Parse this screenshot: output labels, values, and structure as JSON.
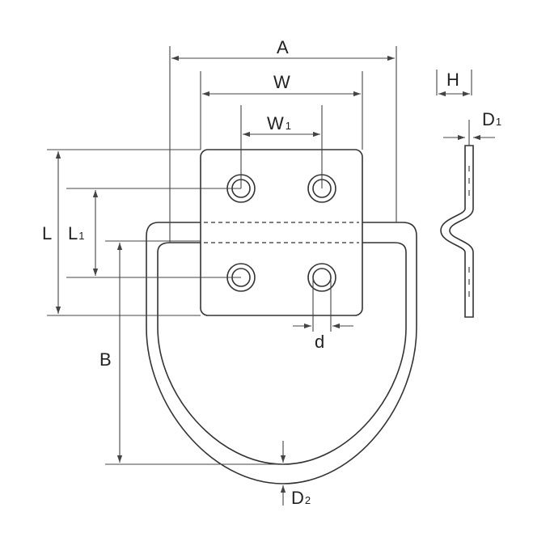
{
  "diagram": {
    "labels": {
      "A": "A",
      "W": "W",
      "W1": "W",
      "W1_sub": "1",
      "H": "H",
      "D1": "D",
      "D1_sub": "1",
      "L": "L",
      "L1": "L",
      "L1_sub": "1",
      "B": "B",
      "d": "d",
      "D2": "D",
      "D2_sub": "2"
    },
    "colors": {
      "line": "#333333",
      "dim": "#444444",
      "background": "#ffffff"
    }
  }
}
